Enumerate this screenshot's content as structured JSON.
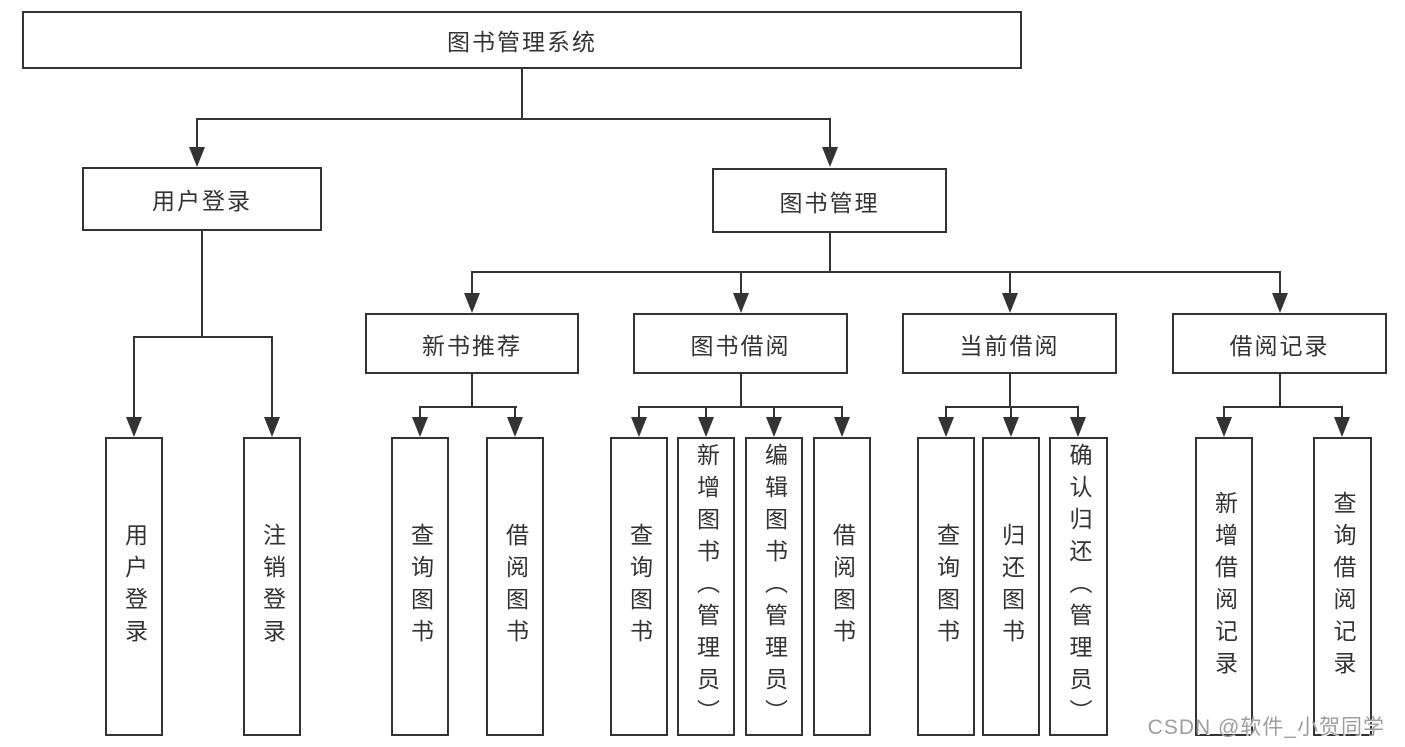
{
  "diagram": {
    "title": "图书管理系统",
    "nodes": {
      "root": "图书管理系统",
      "user_login": "用户登录",
      "book_management": "图书管理",
      "new_book_recommend": "新书推荐",
      "book_borrow": "图书借阅",
      "current_borrow": "当前借阅",
      "borrow_records": "借阅记录"
    },
    "leaves": {
      "user_login": [
        "用户登录",
        "注销登录"
      ],
      "new_book_recommend": [
        "查询图书",
        "借阅图书"
      ],
      "book_borrow": [
        "查询图书",
        "新增图书（管理员）",
        "编辑图书（管理员）",
        "借阅图书"
      ],
      "current_borrow": [
        "查询图书",
        "归还图书",
        "确认归还（管理员）"
      ],
      "borrow_records": [
        "新增借阅记录",
        "查询借阅记录"
      ]
    }
  },
  "watermark": {
    "text": "CSDN @软件_小贺同学"
  },
  "colors": {
    "line": "#333333",
    "text": "#333333",
    "watermark": "#9e9e9e",
    "background": "#ffffff"
  }
}
